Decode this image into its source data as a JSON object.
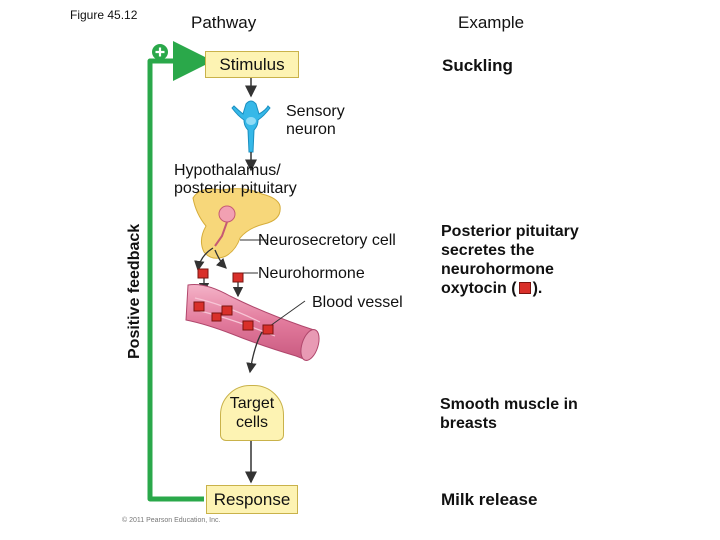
{
  "figure_label": "Figure 45.12",
  "headers": {
    "pathway": "Pathway",
    "example": "Example"
  },
  "feedback": {
    "sign": "+",
    "label": "Positive feedback"
  },
  "pathway": {
    "stimulus": "Stimulus",
    "sensory_neuron": [
      "Sensory",
      "neuron"
    ],
    "hypothalamus": [
      "Hypothalamus/",
      "posterior pituitary"
    ],
    "neurosecretory_cell": "Neurosecretory cell",
    "neurohormone": "Neurohormone",
    "blood_vessel": "Blood vessel",
    "target_cells": [
      "Target",
      "cells"
    ],
    "response": "Response"
  },
  "example": {
    "suckling": "Suckling",
    "posterior_line1": "Posterior pituitary",
    "posterior_line2": "secretes the",
    "posterior_line3": "neurohormone",
    "posterior_line4a": "oxytocin (",
    "posterior_line4b": ").",
    "smooth_muscle": [
      "Smooth muscle in",
      "breasts"
    ],
    "milk_release": "Milk release"
  },
  "copyright": "© 2011 Pearson Education, Inc.",
  "colors": {
    "feedback_green": "#2aa84a",
    "box_fill": "#fdf3b3",
    "neuron_blue": "#36b8e8",
    "gland_fill": "#f7d77a",
    "vessel_pink": "#e27a9c",
    "hormone_red": "#d9302a"
  }
}
